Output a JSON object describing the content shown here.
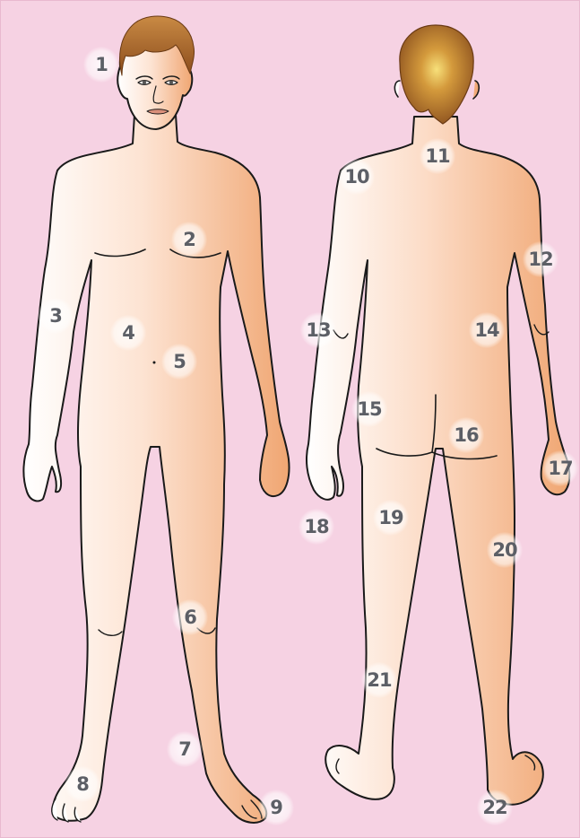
{
  "diagram": {
    "skin_color": "#f4bf9f",
    "hair_color": "#b06a2c",
    "outline_color": "#1a1a1a",
    "background_color": "#f6d2e3",
    "label_color": "#5c5f66",
    "labels": [
      "1",
      "2",
      "3",
      "4",
      "5",
      "6",
      "7",
      "8",
      "9",
      "10",
      "11",
      "12",
      "13",
      "14",
      "15",
      "16",
      "17",
      "18",
      "19",
      "20",
      "21",
      "22"
    ]
  }
}
